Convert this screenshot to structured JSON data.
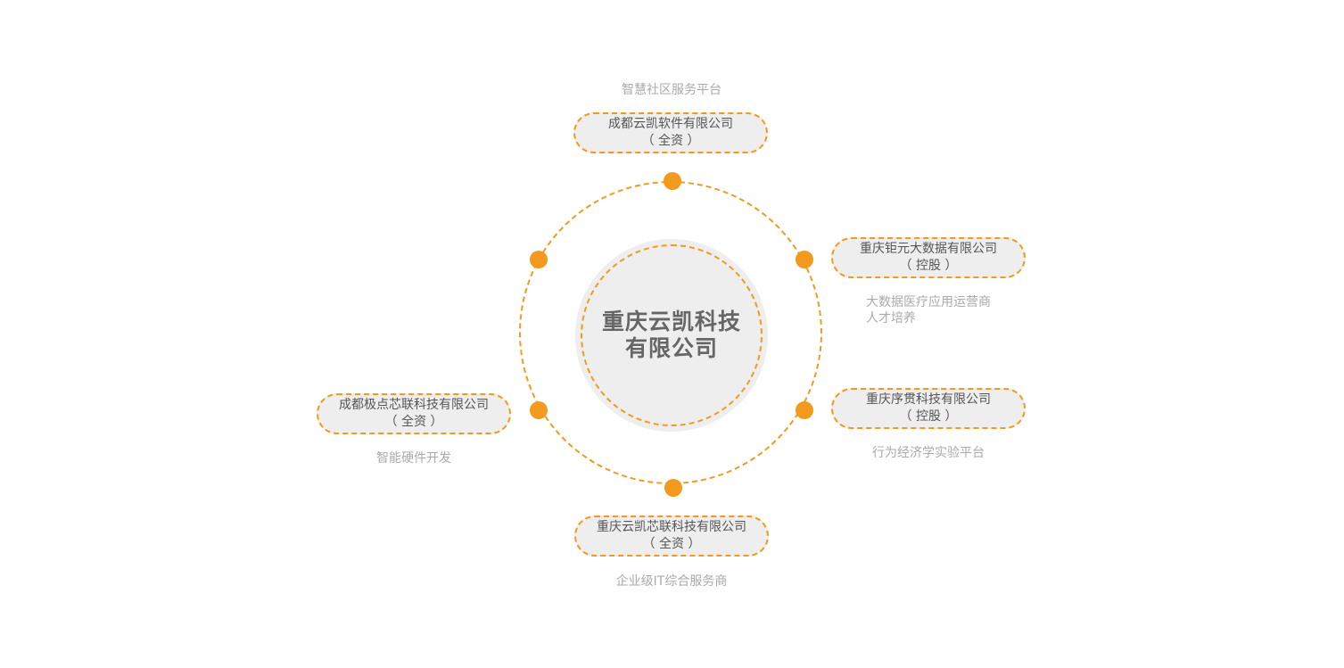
{
  "center": {
    "line1": "重庆云凯科技",
    "line2": "有限公司"
  },
  "subsidiaries": {
    "top": {
      "name": "成都云凯软件有限公司",
      "ownership": "（ 全资 ）",
      "desc": "智慧社区服务平台"
    },
    "upper_right": {
      "name": "重庆钜元大数据有限公司",
      "ownership": "（ 控股 ）",
      "desc_line1": "大数据医疗应用运营商",
      "desc_line2": "人才培养"
    },
    "lower_right": {
      "name": "重庆序贯科技有限公司",
      "ownership": "（ 控股 ）",
      "desc": "行为经济学实验平台"
    },
    "bottom": {
      "name": "重庆云凯芯联科技有限公司",
      "ownership": "（ 全资 ）",
      "desc": "企业级IT综合服务商"
    },
    "left": {
      "name": "成都极点芯联科技有限公司",
      "ownership": "（ 全资 ）",
      "desc": "智能硬件开发"
    }
  },
  "colors": {
    "accent": "#f29a1d",
    "fill": "#eeeeee",
    "main_text": "#666666",
    "desc_text": "#aaaaaa"
  }
}
